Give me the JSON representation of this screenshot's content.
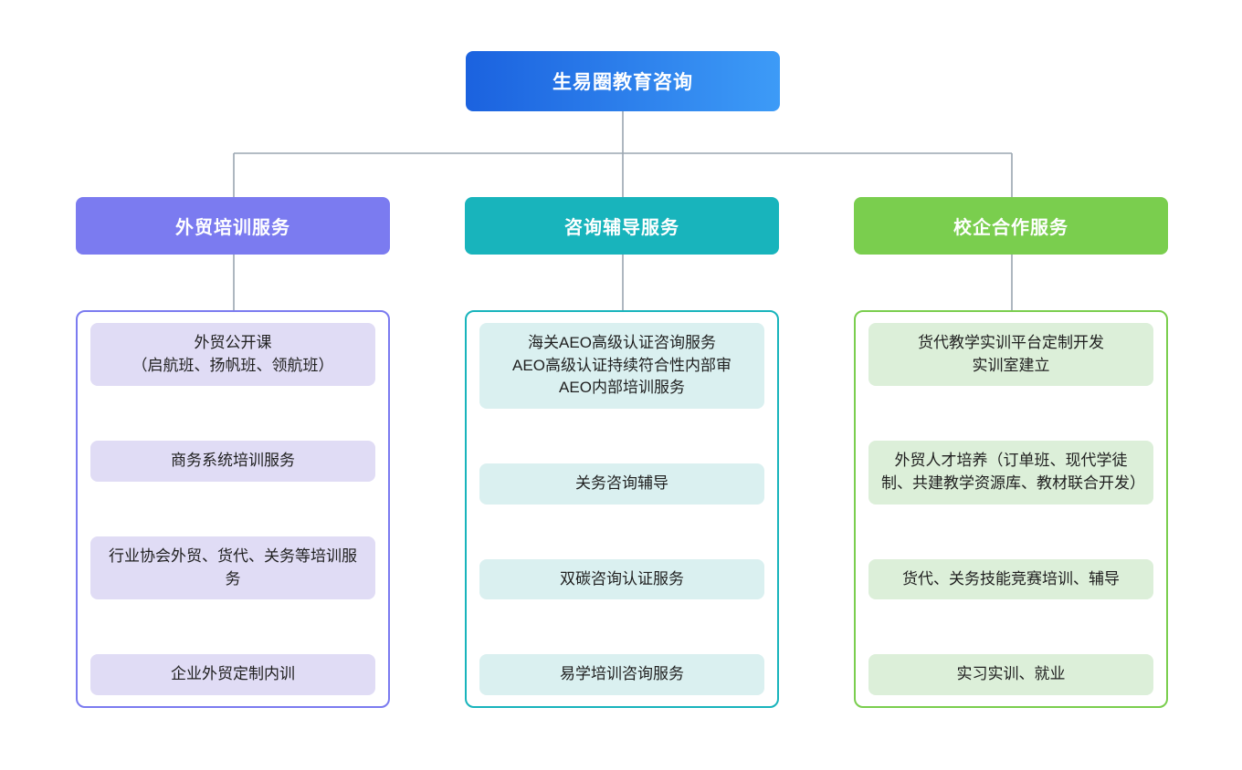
{
  "diagram": {
    "type": "organizational-tree",
    "orientation": "top-down",
    "levels": 3,
    "root": {
      "label": "生易圈教育咨询",
      "color_start": "#1b62df",
      "color_end": "#3d9bf7"
    },
    "connector_color": "#9aa5b1",
    "branches": [
      {
        "label": "外贸培训服务",
        "header_color": "#7b7bf0",
        "border_color": "#7b7bf0",
        "item_color": "#e0dcf5",
        "items": [
          "外贸公开课\n（启航班、扬帆班、领航班）",
          "商务系统培训服务",
          "行业协会外贸、货代、关务等培训服务",
          "企业外贸定制内训"
        ]
      },
      {
        "label": "咨询辅导服务",
        "header_color": "#18b4bc",
        "border_color": "#18b4bc",
        "item_color": "#daf0f0",
        "items": [
          "海关AEO高级认证咨询服务\nAEO高级认证持续符合性内部审\nAEO内部培训服务",
          "关务咨询辅导",
          "双碳咨询认证服务",
          "易学培训咨询服务"
        ]
      },
      {
        "label": "校企合作服务",
        "header_color": "#7ace4e",
        "border_color": "#7ace4e",
        "item_color": "#dcefd9",
        "items": [
          "货代教学实训平台定制开发\n实训室建立",
          "外贸人才培养（订单班、现代学徒制、共建教学资源库、教材联合开发）",
          "货代、关务技能竞赛培训、辅导",
          "实习实训、就业"
        ]
      }
    ]
  }
}
